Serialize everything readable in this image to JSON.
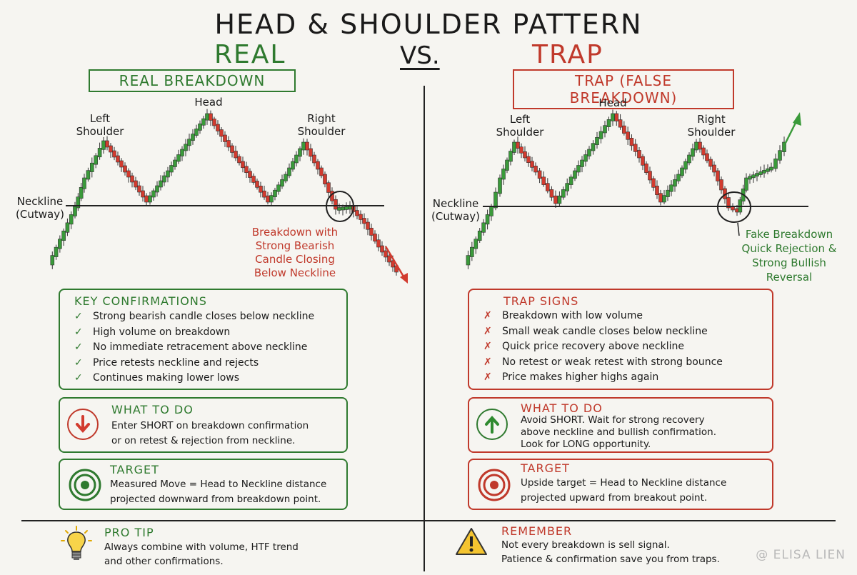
{
  "header": {
    "title": "HEAD & SHOULDER PATTERN",
    "real": "REAL",
    "vs": "VS.",
    "trap": "TRAP"
  },
  "real_side": {
    "tag": "REAL BREAKDOWN",
    "labels": {
      "left_shoulder": [
        "Left",
        "Shoulder"
      ],
      "head": "Head",
      "right_shoulder": [
        "Right",
        "Shoulder"
      ],
      "neckline": [
        "Neckline",
        "(Cutway)"
      ]
    },
    "note": [
      "Breakdown with",
      "Strong Bearish",
      "Candle Closing",
      "Below Neckline"
    ],
    "key_confirmations": {
      "title": "KEY CONFIRMATIONS",
      "items": [
        "Strong bearish candle closes below neckline",
        "High volume on breakdown",
        "No immediate retracement above neckline",
        "Price retests neckline and rejects",
        "Continues making lower lows"
      ]
    },
    "what_to_do": {
      "title": "WHAT TO DO",
      "lines": [
        "Enter SHORT on breakdown confirmation",
        "or on retest & rejection from neckline."
      ]
    },
    "target": {
      "title": "TARGET",
      "lines": [
        "Measured Move = Head to Neckline distance",
        "projected downward from breakdown point."
      ]
    }
  },
  "trap_side": {
    "tag": "TRAP (FALSE BREAKDOWN)",
    "labels": {
      "left_shoulder": [
        "Left",
        "Shoulder"
      ],
      "head": "Head",
      "right_shoulder": [
        "Right",
        "Shoulder"
      ],
      "neckline": [
        "Neckline",
        "(Cutway)"
      ]
    },
    "note": [
      "Fake Breakdown",
      "Quick Rejection &",
      "Strong Bullish",
      "Reversal"
    ],
    "trap_signs": {
      "title": "TRAP SIGNS",
      "items": [
        "Breakdown with low volume",
        "Small weak candle closes below neckline",
        "Quick price recovery above neckline",
        "No retest or weak retest with strong bounce",
        "Price makes higher highs again"
      ]
    },
    "what_to_do": {
      "title": "WHAT TO DO",
      "lines": [
        "Avoid SHORT. Wait for strong recovery",
        "above neckline and bullish confirmation.",
        "Look for LONG opportunity."
      ]
    },
    "target": {
      "title": "TARGET",
      "lines": [
        "Upside target = Head to Neckline distance",
        "projected upward from breakout point."
      ]
    }
  },
  "footer": {
    "pro_tip": {
      "title": "PRO TIP",
      "lines": [
        "Always combine with volume, HTF trend",
        "and other confirmations."
      ]
    },
    "remember": {
      "title": "REMEMBER",
      "lines": [
        "Not every breakdown is sell signal.",
        "Patience & confirmation save you from traps."
      ]
    },
    "watermark": "@ ELISA LIEN"
  },
  "colors": {
    "green": "#2f7a2f",
    "red": "#c0392b",
    "bull_candle": "#3a9a3a",
    "bear_candle": "#d23b2f",
    "background": "#f6f5f1"
  },
  "icons": {
    "check": "✓",
    "cross": "✗",
    "down": "arrow-down-icon",
    "up": "arrow-up-icon",
    "target": "target-icon",
    "bulb": "lightbulb-icon",
    "warning": "warning-icon"
  }
}
